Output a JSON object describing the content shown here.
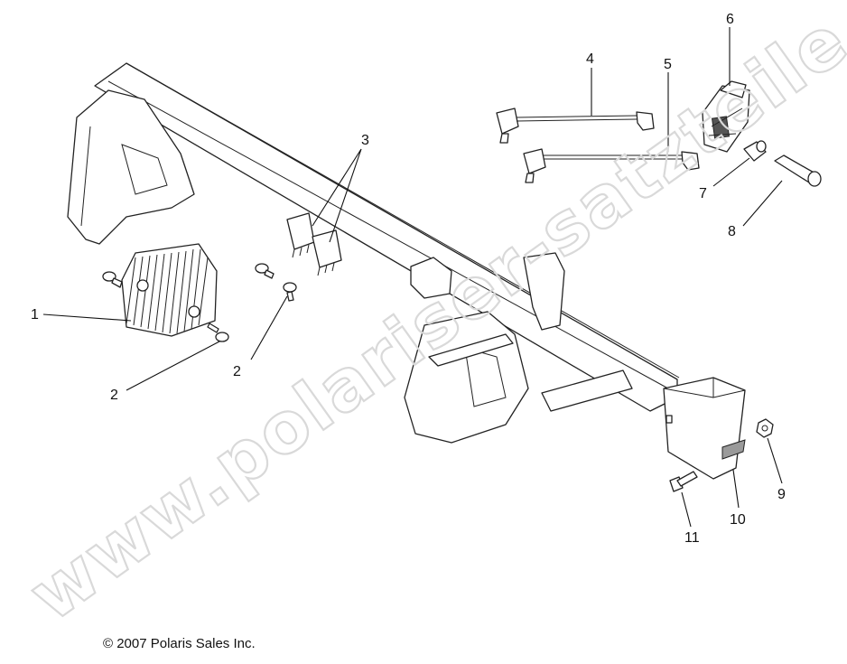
{
  "watermark": "www.polariser-satzteile.de",
  "copyright": "© 2007 Polaris Sales Inc.",
  "callouts": [
    "1",
    "2",
    "2",
    "3",
    "4",
    "5",
    "6",
    "7",
    "8",
    "9",
    "10",
    "11"
  ]
}
